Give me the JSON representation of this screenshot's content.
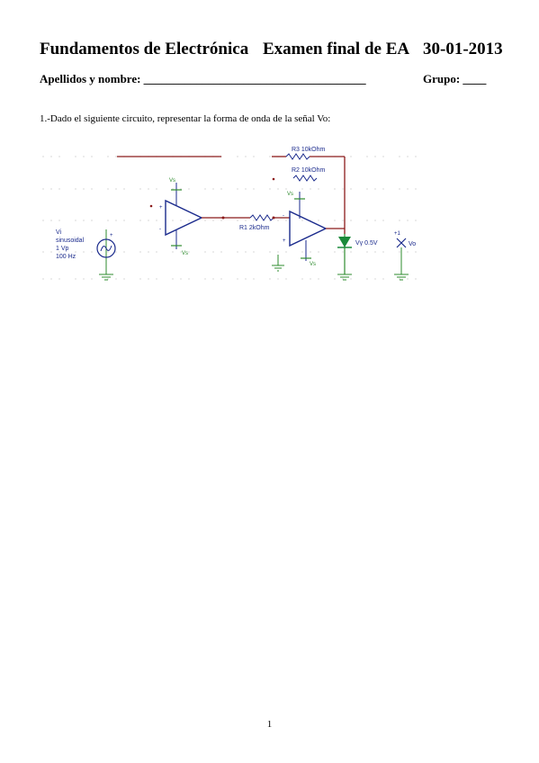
{
  "header": {
    "course": "Fundamentos de Electrónica",
    "exam": "Examen final de EA",
    "date": "30-01-2013",
    "name_label": "Apellidos y nombre: ______________________________________",
    "group_label": "Grupo: ____"
  },
  "question": {
    "text": "1.-Dado el siguiente circuito, representar la forma de onda de la señal Vo:"
  },
  "circuit": {
    "r3": "R3 10kOhm",
    "r2": "R2 10kOhm",
    "r1": "R1 2kOhm",
    "source_name": "Vi",
    "source_type": "sinusoidal",
    "source_amp": "1 Vp",
    "source_freq": "100 Hz",
    "diode": "Vγ 0.5V",
    "probe": "Vo",
    "probe_sign": "+1",
    "pin_plus": "+",
    "pin_minus": "-",
    "supply_top": "Vs",
    "supply_bottom": "Vs",
    "colors": {
      "wire": "#8b1a1a",
      "component": "#1a2a8c",
      "ground": "#2e8b2e",
      "diode": "#1a8a3a"
    }
  },
  "footer": {
    "page": "1"
  }
}
